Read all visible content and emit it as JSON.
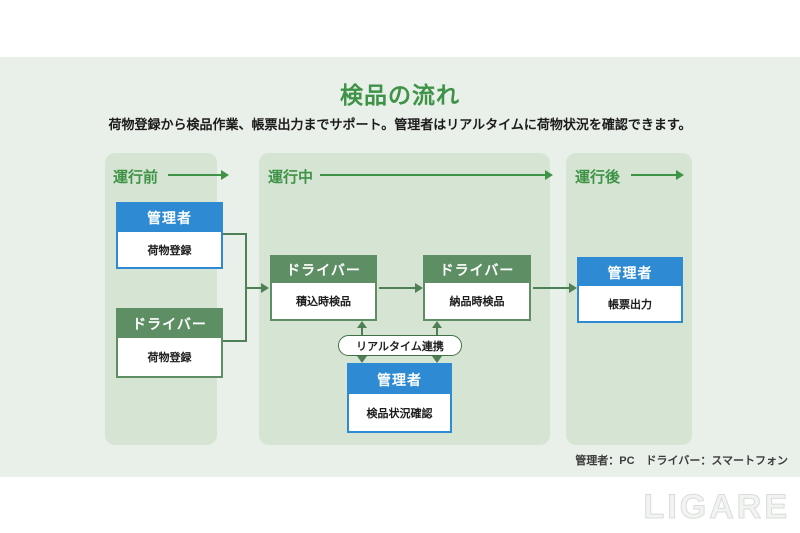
{
  "page": {
    "title": "検品の流れ",
    "subtitle": "荷物登録から検品作業、帳票出力までサポート。管理者はリアルタイムに荷物状況を確認できます。",
    "footnote": "管理者：PC　ドライバー：スマートフォン",
    "logo": "LIGARE"
  },
  "phases": [
    {
      "label": "運行前"
    },
    {
      "label": "運行中"
    },
    {
      "label": "運行後"
    }
  ],
  "boxes": {
    "admin_register": {
      "role": "管理者",
      "task": "荷物登録"
    },
    "driver_register": {
      "role": "ドライバー",
      "task": "荷物登録"
    },
    "driver_loading": {
      "role": "ドライバー",
      "task": "積込時検品"
    },
    "driver_delivery": {
      "role": "ドライバー",
      "task": "納品時検品"
    },
    "admin_status": {
      "role": "管理者",
      "task": "検品状況確認"
    },
    "admin_report": {
      "role": "管理者",
      "task": "帳票出力"
    }
  },
  "realtime_link_label": "リアルタイム連携",
  "colors": {
    "background_green": "#e9efe9",
    "panel_green": "#d6e5d3",
    "accent_green": "#3e9347",
    "admin_blue": "#2e8bd3",
    "driver_green": "#5e8f64",
    "connector_green": "#4e7f55"
  }
}
